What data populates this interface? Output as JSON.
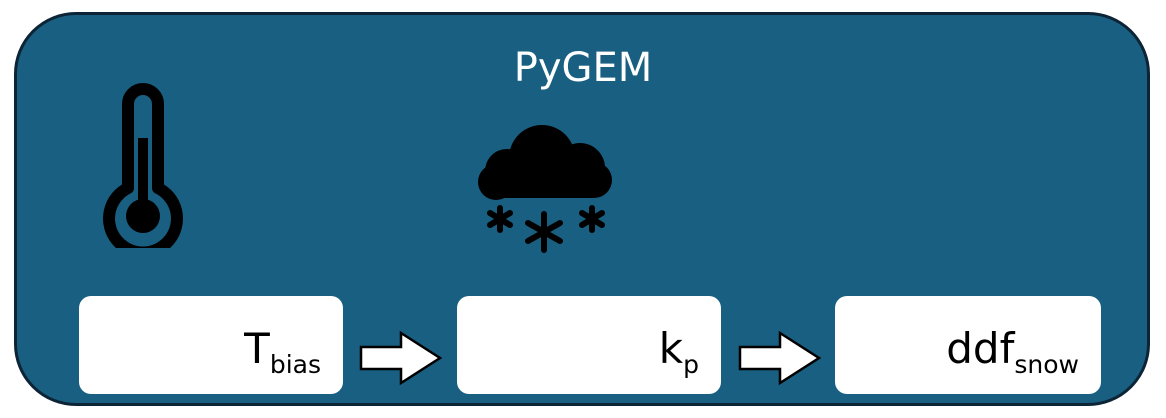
{
  "diagram": {
    "title": "PyGEM",
    "icons": {
      "temperature": "thermometer-icon",
      "precipitation": "snow-cloud-icon"
    },
    "parameters": [
      {
        "main": "T",
        "sub": "bias"
      },
      {
        "main": "k",
        "sub": "p"
      },
      {
        "main": "ddf",
        "sub": "snow"
      }
    ],
    "colors": {
      "panel_fill": "#195f81",
      "panel_border": "#0d2436",
      "box_fill": "#ffffff",
      "icon": "#000000",
      "title_text": "#ffffff"
    }
  }
}
